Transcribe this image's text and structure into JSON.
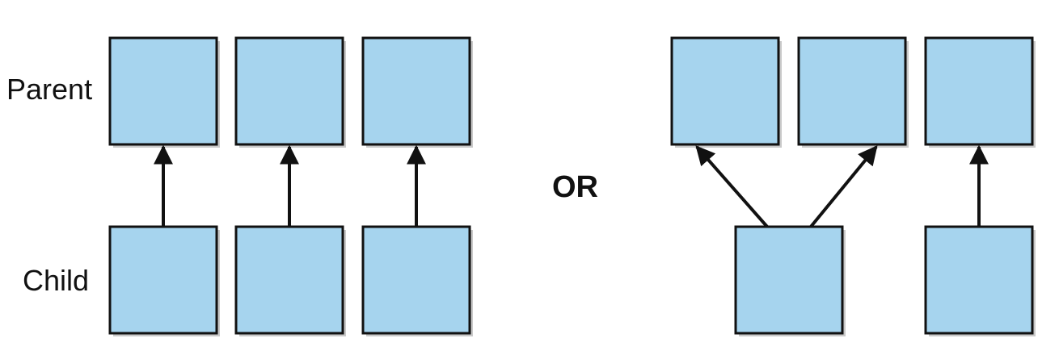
{
  "labels": {
    "parent": "Parent",
    "child": "Child",
    "or": "OR"
  },
  "colors": {
    "box_fill": "#a6d4ee",
    "box_stroke": "#111111",
    "shadow": "#9c9c9c",
    "arrow": "#111111",
    "text": "#111111"
  },
  "left_diagram": {
    "parents": [
      "p1",
      "p2",
      "p3"
    ],
    "children": [
      "c1",
      "c2",
      "c3"
    ],
    "links": [
      {
        "from": "c1",
        "to": "p1"
      },
      {
        "from": "c2",
        "to": "p2"
      },
      {
        "from": "c3",
        "to": "p3"
      }
    ]
  },
  "right_diagram": {
    "parents": [
      "p1",
      "p2",
      "p3"
    ],
    "children": [
      "c1",
      "c2"
    ],
    "links": [
      {
        "from": "c1",
        "to": "p1"
      },
      {
        "from": "c1",
        "to": "p2"
      },
      {
        "from": "c2",
        "to": "p3"
      }
    ]
  }
}
